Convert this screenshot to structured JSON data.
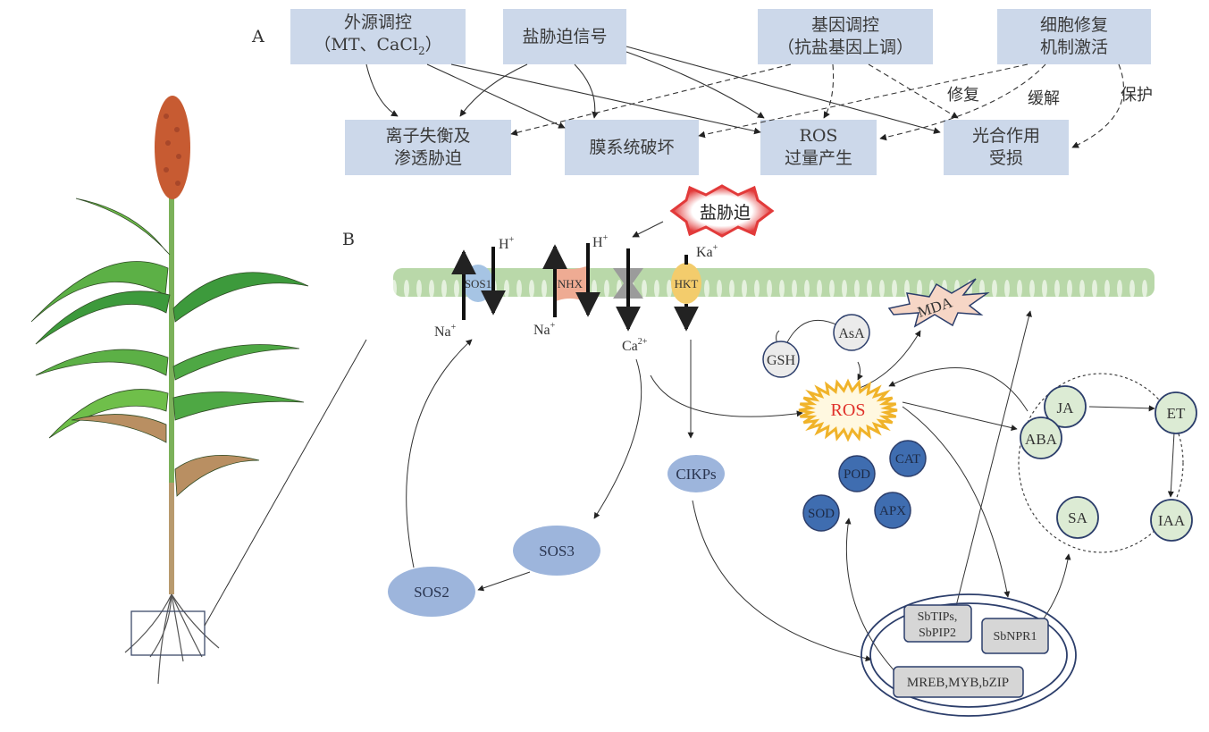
{
  "panel_labels": {
    "a": "A",
    "b": "B"
  },
  "panel_a": {
    "causes": [
      {
        "id": "exogenous",
        "line1": "外源调控",
        "line2": "（MT、CaCl",
        "sub": "2",
        "line2_end": "）"
      },
      {
        "id": "salt_signal",
        "line1": "盐胁迫信号"
      },
      {
        "id": "gene_regulation",
        "line1": "基因调控",
        "line2": "（抗盐基因上调）"
      },
      {
        "id": "cell_repair",
        "line1": "细胞修复",
        "line2": "机制激活"
      }
    ],
    "effects": [
      {
        "id": "ion_imbalance",
        "line1": "离子失衡及",
        "line2": "渗透胁迫"
      },
      {
        "id": "membrane_damage",
        "line1": "膜系统破坏"
      },
      {
        "id": "ros_overproduction",
        "line1": "ROS",
        "line2": "过量产生"
      },
      {
        "id": "photosynthesis_damage",
        "line1": "光合作用",
        "line2": "受损"
      }
    ],
    "edge_labels": {
      "repair": "修复",
      "relieve": "缓解",
      "protect": "保护"
    }
  },
  "panel_b": {
    "salt_stress": "盐胁迫",
    "membrane": {
      "transporters": [
        "SOS1",
        "NHX",
        "HKT"
      ],
      "ions": {
        "h_plus_1": "H",
        "h_plus_2": "H",
        "plus": "+",
        "na_1": "Na",
        "na_2": "Na",
        "ca": "Ca",
        "ca_sup": "2+",
        "ka": "Ka"
      }
    },
    "sos_pathway": [
      "SOS3",
      "SOS2"
    ],
    "cikps": "CIKPs",
    "mda": "MDA",
    "ros": "ROS",
    "non_enzymatic": [
      "GSH",
      "AsA"
    ],
    "enzymes": [
      "POD",
      "CAT",
      "SOD",
      "APX"
    ],
    "hormones": [
      "JA",
      "ABA",
      "ET",
      "SA",
      "IAA"
    ],
    "nucleus_genes": [
      "SbTIPs,",
      "SbPIP2",
      "SbNPR1",
      "MREB,MYB,bZIP"
    ]
  },
  "colors": {
    "box_fill": "#ccd8ea",
    "membrane": "#b9d8a9",
    "sos_ellipse": "#9db5dc",
    "enzyme": "#3f6db0",
    "hormone": "#dcebd4",
    "ros_text": "#e0302a",
    "ros_spikes": "#f0b32a"
  }
}
